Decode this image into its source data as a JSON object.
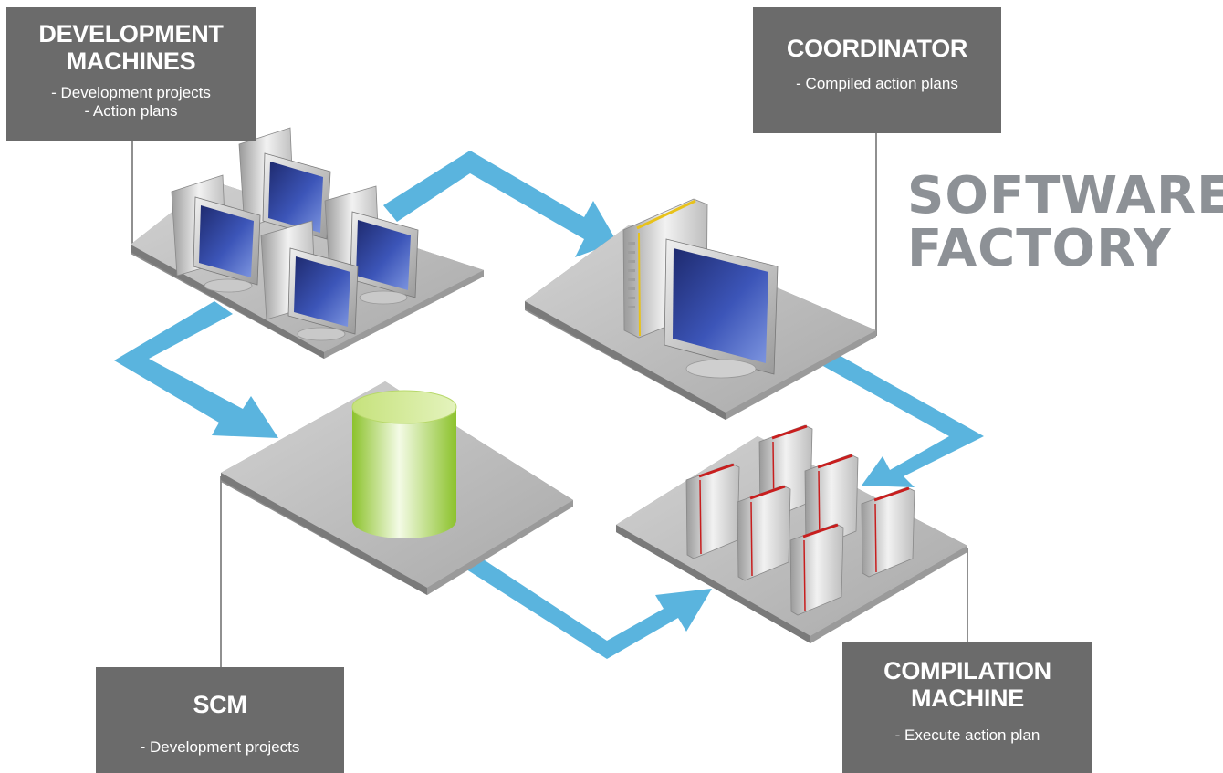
{
  "diagram": {
    "heading": {
      "line1": "SOFTWARE",
      "line2": "FACTORY"
    },
    "nodes": {
      "development_machines": {
        "title_line1": "DEVELOPMENT",
        "title_line2": "MACHINES",
        "items": [
          "- Development projects",
          "- Action plans"
        ]
      },
      "coordinator": {
        "title": "COORDINATOR",
        "items": [
          "- Compiled action plans"
        ]
      },
      "scm": {
        "title": "SCM",
        "items": [
          "- Development projects"
        ]
      },
      "compilation_machine": {
        "title_line1": "COMPILATION",
        "title_line2": "MACHINE",
        "items": [
          "- Execute action plan"
        ]
      }
    },
    "flows": [
      {
        "from": "development_machines",
        "to": "coordinator"
      },
      {
        "from": "development_machines",
        "to": "scm"
      },
      {
        "from": "coordinator",
        "to": "compilation_machine"
      },
      {
        "from": "scm",
        "to": "compilation_machine"
      }
    ],
    "colors": {
      "label_box": "#6b6b6b",
      "arrow": "#5ab4de",
      "heading": "#8d9196",
      "platform_top": "#bcbcbc",
      "platform_side": "#8e8e8e",
      "database": "#9ccc3a",
      "screen": "#2e3f8f",
      "server_stripe_coordinator": "#e8c21a",
      "server_stripe_compilation": "#c81e1e"
    }
  }
}
